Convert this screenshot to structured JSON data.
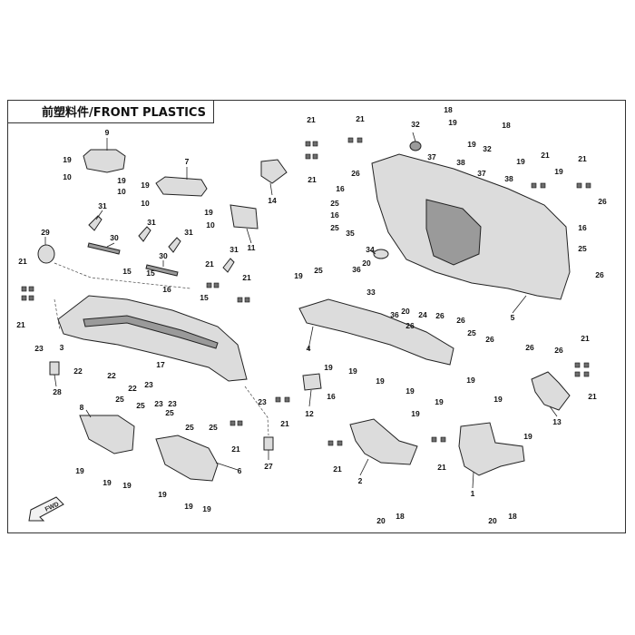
{
  "header": {
    "title": "前塑料件/FRONT PLASTICS"
  },
  "direction_marker": {
    "label": "FWD"
  },
  "callouts": [
    {
      "id": "c1",
      "n": "1"
    },
    {
      "id": "c2",
      "n": "2"
    },
    {
      "id": "c3",
      "n": "3"
    },
    {
      "id": "c4",
      "n": "4"
    },
    {
      "id": "c5",
      "n": "5"
    },
    {
      "id": "c6",
      "n": "6"
    },
    {
      "id": "c7",
      "n": "7"
    },
    {
      "id": "c8",
      "n": "8"
    },
    {
      "id": "c9",
      "n": "9"
    },
    {
      "id": "c10",
      "n": "10"
    },
    {
      "id": "c11",
      "n": "11"
    },
    {
      "id": "c12",
      "n": "12"
    },
    {
      "id": "c13",
      "n": "13"
    },
    {
      "id": "c14",
      "n": "14"
    },
    {
      "id": "c15",
      "n": "15"
    },
    {
      "id": "c16",
      "n": "16"
    },
    {
      "id": "c17",
      "n": "17"
    },
    {
      "id": "c18",
      "n": "18"
    },
    {
      "id": "c19",
      "n": "19"
    },
    {
      "id": "c20",
      "n": "20"
    },
    {
      "id": "c21",
      "n": "21"
    },
    {
      "id": "c22",
      "n": "22"
    },
    {
      "id": "c23",
      "n": "23"
    },
    {
      "id": "c24",
      "n": "24"
    },
    {
      "id": "c25",
      "n": "25"
    },
    {
      "id": "c26",
      "n": "26"
    },
    {
      "id": "c27",
      "n": "27"
    },
    {
      "id": "c28",
      "n": "28"
    },
    {
      "id": "c29",
      "n": "29"
    },
    {
      "id": "c30",
      "n": "30"
    },
    {
      "id": "c31",
      "n": "31"
    },
    {
      "id": "c32",
      "n": "32"
    },
    {
      "id": "c33",
      "n": "33"
    },
    {
      "id": "c34",
      "n": "34"
    },
    {
      "id": "c35",
      "n": "35"
    },
    {
      "id": "c36",
      "n": "36"
    },
    {
      "id": "c37",
      "n": "37"
    },
    {
      "id": "c38",
      "n": "38"
    }
  ]
}
